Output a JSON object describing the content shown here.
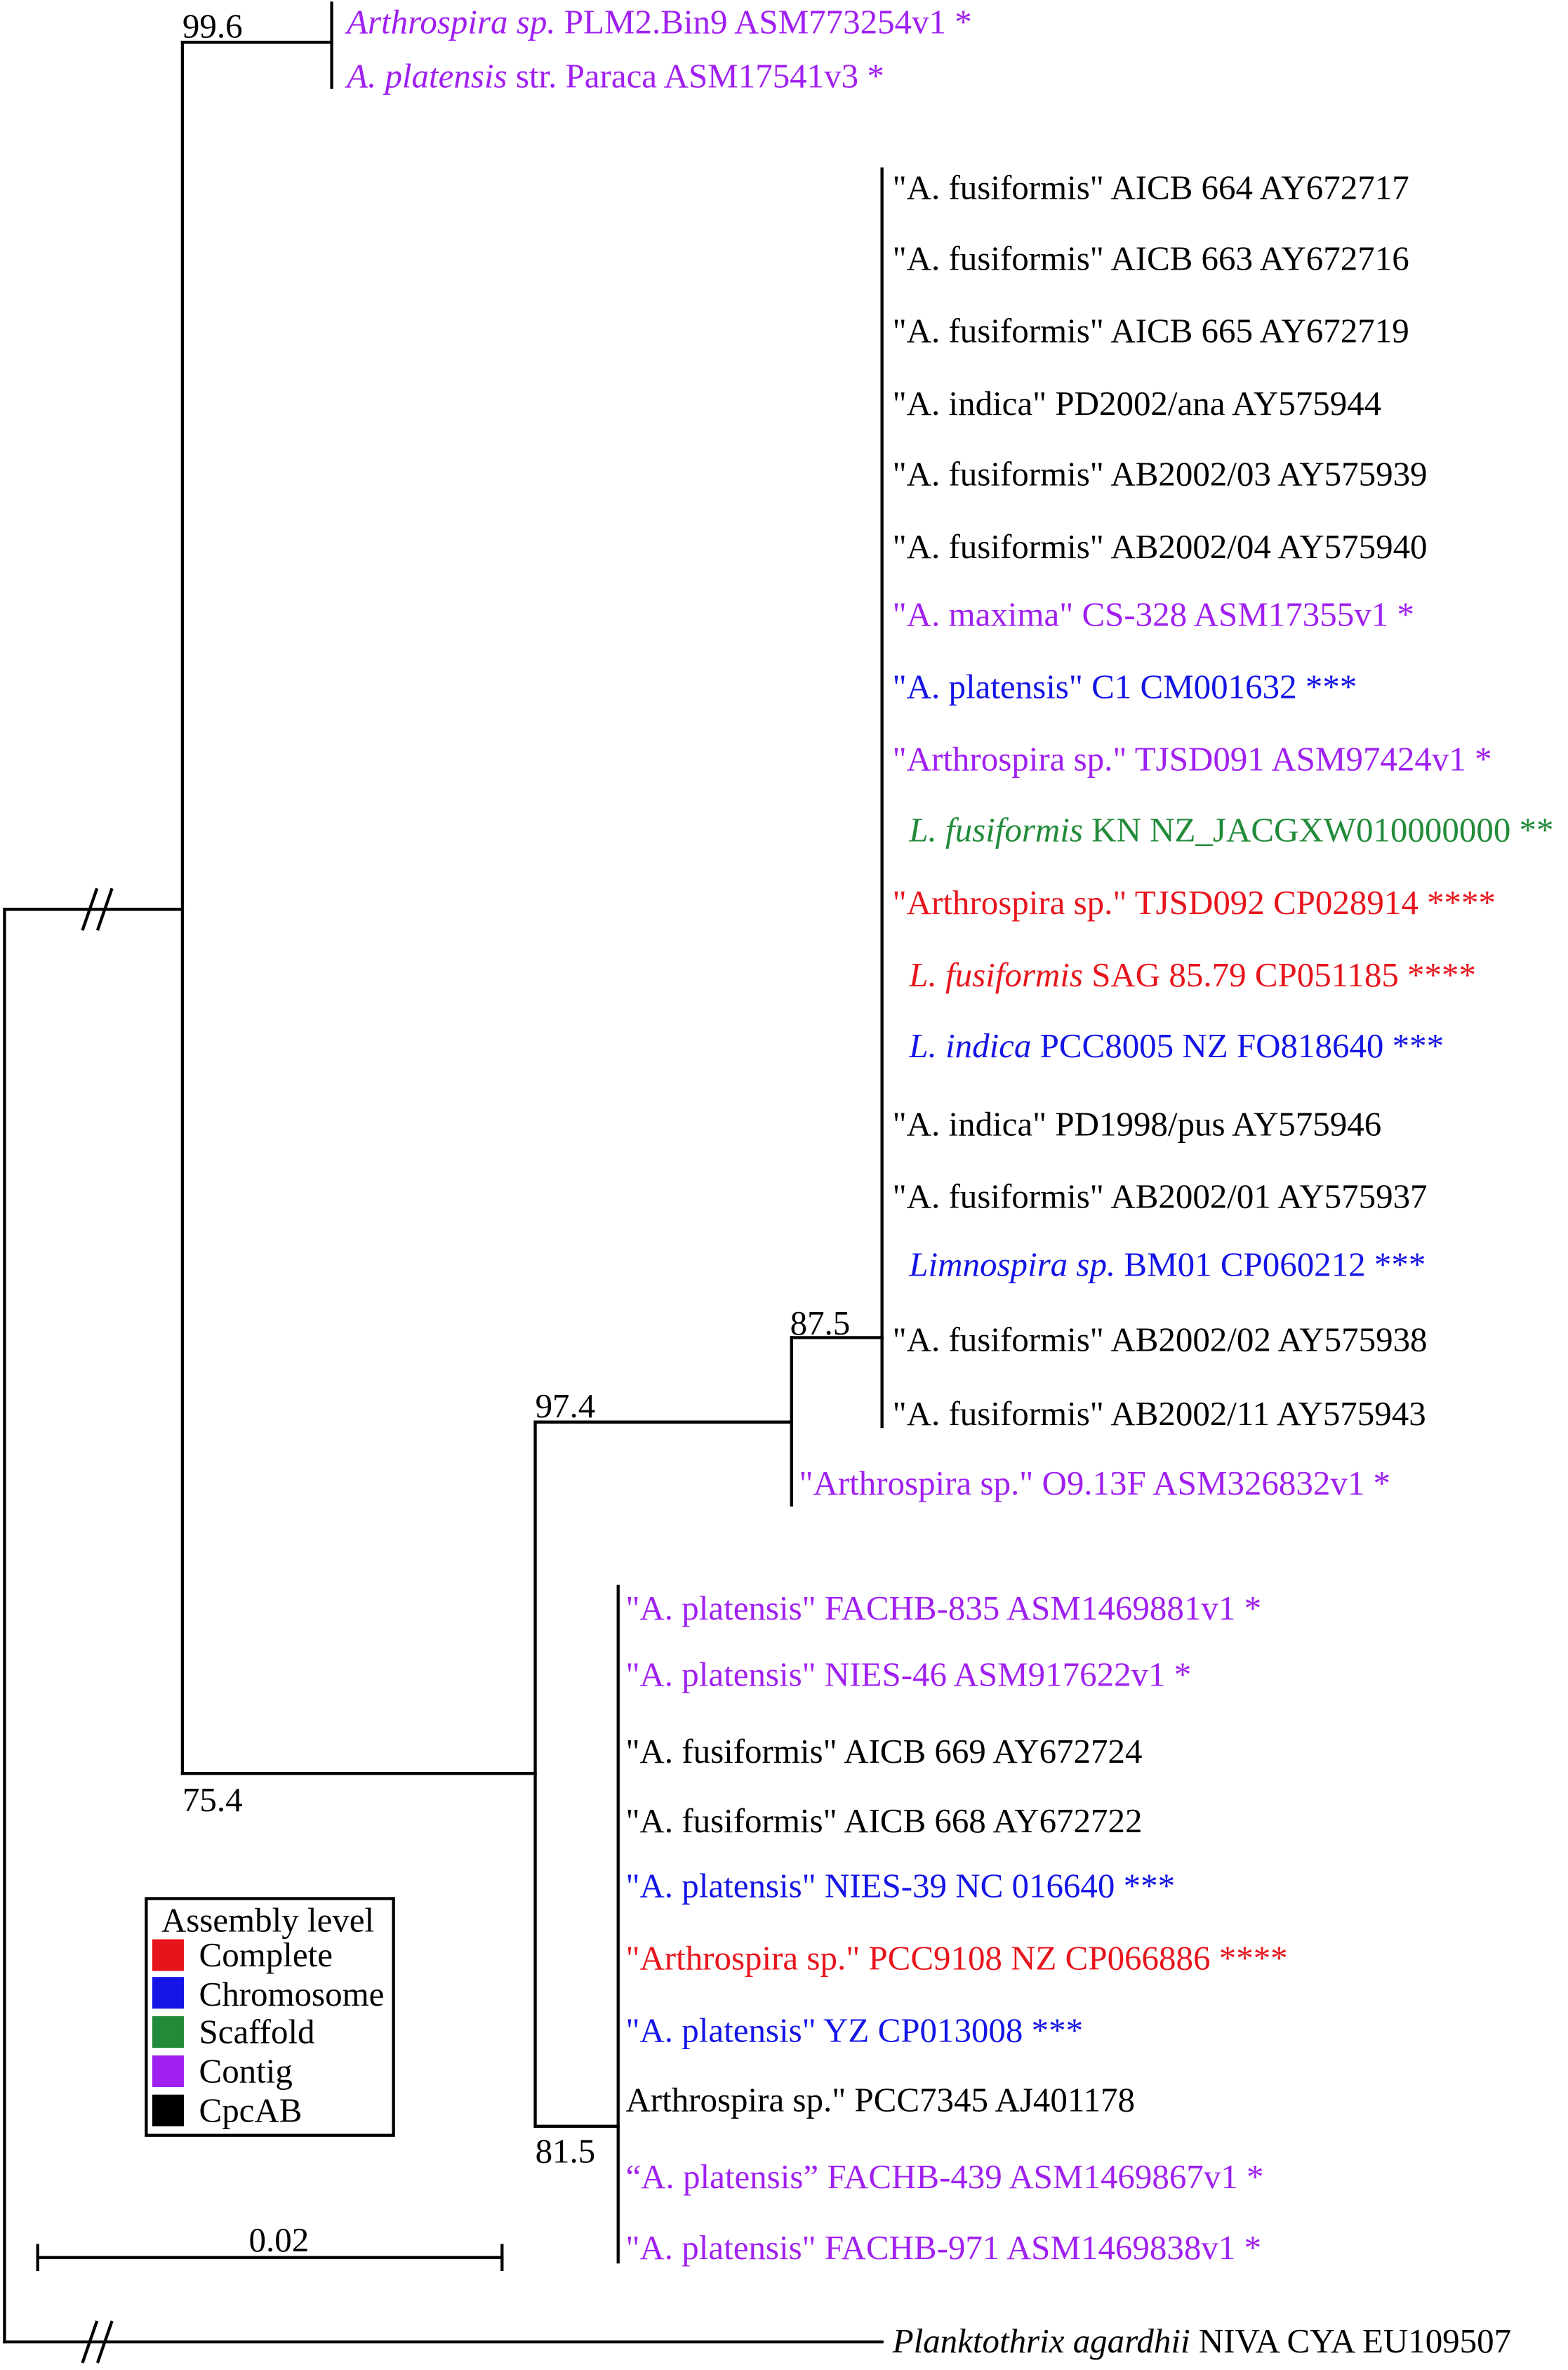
{
  "tree": {
    "top_clade": {
      "support": "99.6",
      "leaves": [
        {
          "italic": "Arthrospira sp.",
          "text": "PLM2.Bin9 ASM773254v1 *",
          "color": "#a020f0"
        },
        {
          "italic": "A. platensis",
          "text": "str. Paraca ASM17541v3 *",
          "color": "#a020f0"
        }
      ]
    },
    "lower_main_clade": {
      "support": "75.4"
    },
    "core_outer_clade": {
      "support": "97.4",
      "leaf": {
        "text": "\"Arthrospira sp.\" O9.13F ASM326832v1 *",
        "color": "#a020f0"
      }
    },
    "core_clade": {
      "support": "87.5",
      "leaves": [
        {
          "text": "\"A. fusiformis\" AICB 664 AY672717",
          "color": "#000000"
        },
        {
          "text": "\"A. fusiformis\" AICB 663 AY672716",
          "color": "#000000"
        },
        {
          "text": "\"A. fusiformis\" AICB 665 AY672719",
          "color": "#000000"
        },
        {
          "text": "\"A. indica\" PD2002/ana AY575944",
          "color": "#000000"
        },
        {
          "text": "\"A. fusiformis\" AB2002/03 AY575939",
          "color": "#000000"
        },
        {
          "text": "\"A. fusiformis\" AB2002/04 AY575940",
          "color": "#000000"
        },
        {
          "text": "\"A. maxima\" CS-328 ASM17355v1 *",
          "color": "#a020f0"
        },
        {
          "text": "\"A. platensis\" C1 CM001632 ***",
          "color": "#1414e6"
        },
        {
          "text": "\"Arthrospira sp.\" TJSD091 ASM97424v1 *",
          "color": "#a020f0"
        },
        {
          "italic": "L. fusiformis",
          "text": "KN NZ_JACGXW010000000 **",
          "color": "#228b3a"
        },
        {
          "text": "\"Arthrospira sp.\" TJSD092 CP028914 ****",
          "color": "#e8141c"
        },
        {
          "italic": "L. fusiformis",
          "text": "SAG 85.79 CP051185 ****",
          "color": "#e8141c"
        },
        {
          "italic": "L. indica",
          "text": "PCC8005 NZ FO818640 ***",
          "color": "#1414e6"
        },
        {
          "text": "\"A. indica\" PD1998/pus AY575946",
          "color": "#000000"
        },
        {
          "text": "\"A. fusiformis\" AB2002/01 AY575937",
          "color": "#000000"
        },
        {
          "italic": "Limnospira sp.",
          "text": "BM01 CP060212 ***",
          "color": "#1414e6"
        },
        {
          "text": "\"A. fusiformis\" AB2002/02 AY575938",
          "color": "#000000"
        },
        {
          "text": "\"A. fusiformis\" AB2002/11 AY575943",
          "color": "#000000"
        }
      ]
    },
    "platensis_clade": {
      "support": "81.5",
      "leaves": [
        {
          "text": "\"A. platensis\" FACHB-835 ASM1469881v1 *",
          "color": "#a020f0"
        },
        {
          "text": "\"A. platensis\" NIES-46 ASM917622v1 *",
          "color": "#a020f0"
        },
        {
          "text": "\"A. fusiformis\" AICB 669 AY672724",
          "color": "#000000"
        },
        {
          "text": "\"A. fusiformis\" AICB 668 AY672722",
          "color": "#000000"
        },
        {
          "text": "\"A. platensis\" NIES-39 NC 016640 ***",
          "color": "#1414e6"
        },
        {
          "text": "\"Arthrospira sp.\" PCC9108 NZ CP066886 ****",
          "color": "#e8141c"
        },
        {
          "text": "\"A. platensis\" YZ CP013008 ***",
          "color": "#1414e6"
        },
        {
          "text": "Arthrospira sp.\" PCC7345 AJ401178",
          "color": "#000000"
        },
        {
          "text": "“A. platensis” FACHB-439 ASM1469867v1 *",
          "color": "#a020f0"
        },
        {
          "text": "\"A. platensis\" FACHB-971 ASM1469838v1 *",
          "color": "#a020f0"
        }
      ]
    },
    "outgroup": {
      "italic": "Planktothrix agardhii",
      "text": "NIVA CYA EU109507",
      "color": "#000000"
    }
  },
  "scale_bar": {
    "label": "0.02"
  },
  "legend": {
    "title": "Assembly level",
    "items": [
      {
        "label": "Complete",
        "color": "#e8141c"
      },
      {
        "label": "Chromosome",
        "color": "#1414e6"
      },
      {
        "label": "Scaffold",
        "color": "#228b3a"
      },
      {
        "label": "Contig",
        "color": "#a020f0"
      },
      {
        "label": "CpcAB",
        "color": "#000000"
      }
    ]
  }
}
